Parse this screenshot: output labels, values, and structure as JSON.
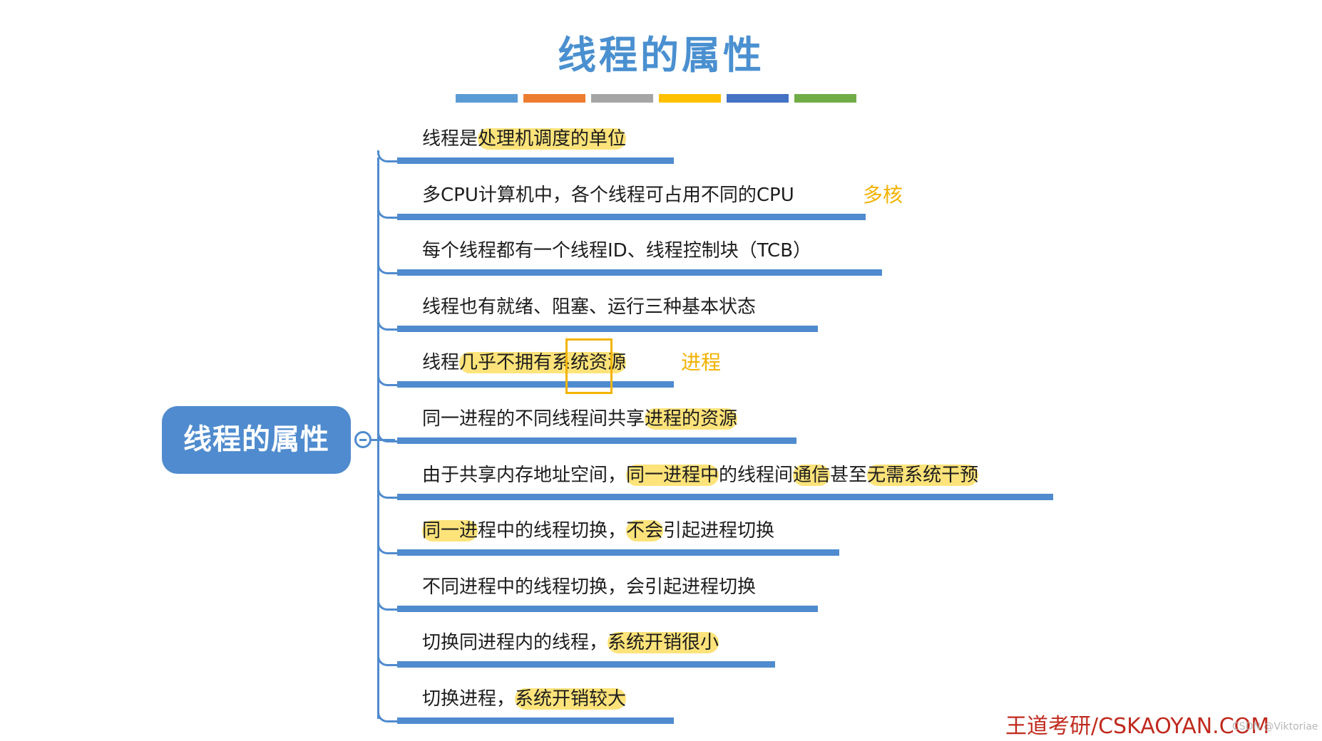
{
  "title": "线程的属性",
  "color_bar": [
    "#5b9bd5",
    "#ed7d31",
    "#a5a5a5",
    "#ffc000",
    "#4472c4",
    "#70ad47"
  ],
  "root": {
    "label": "线程的属性"
  },
  "branches": [
    {
      "parts": [
        {
          "text": "线程是"
        },
        {
          "text": "处理机调度的单位",
          "hl": true
        }
      ]
    },
    {
      "parts": [
        {
          "text": "多CPU计算机中，各个线程可占用不同的CPU"
        }
      ],
      "note": "多核"
    },
    {
      "parts": [
        {
          "text": "每个线程都有一个线程ID、线程控制块（TCB）"
        }
      ]
    },
    {
      "parts": [
        {
          "text": "线程也有就绪、阻塞、运行三种基本状态"
        }
      ]
    },
    {
      "parts": [
        {
          "text": "线程"
        },
        {
          "text": "几乎不拥有系统资源",
          "hl": true
        }
      ],
      "note": "进程"
    },
    {
      "parts": [
        {
          "text": "同一进程的不同线程间共享"
        },
        {
          "text": "进程的资源",
          "hl": true
        }
      ]
    },
    {
      "parts": [
        {
          "text": "由于共享内存地址空间，"
        },
        {
          "text": "同一进程中",
          "hl": true
        },
        {
          "text": "的线程间"
        },
        {
          "text": "通信",
          "hl": true
        },
        {
          "text": "甚至"
        },
        {
          "text": "无需系统干预",
          "hl": true
        }
      ]
    },
    {
      "parts": [
        {
          "text": "同一进",
          "hl": true
        },
        {
          "text": "程中的线程切换，"
        },
        {
          "text": "不会",
          "hl": true
        },
        {
          "text": "引起进程切换"
        }
      ]
    },
    {
      "parts": [
        {
          "text": "不同进程中的线程切换，会引起进程切换"
        }
      ]
    },
    {
      "parts": [
        {
          "text": "切换同进程内的线程，"
        },
        {
          "text": "系统开销很小",
          "hl": true
        }
      ]
    },
    {
      "parts": [
        {
          "text": "切换进程，"
        },
        {
          "text": "系统开销较大",
          "hl": true
        }
      ]
    }
  ],
  "watermark": "王道考研/CSKAOYAN.COM",
  "csdn_mark": "CSDN @Viktoriae"
}
